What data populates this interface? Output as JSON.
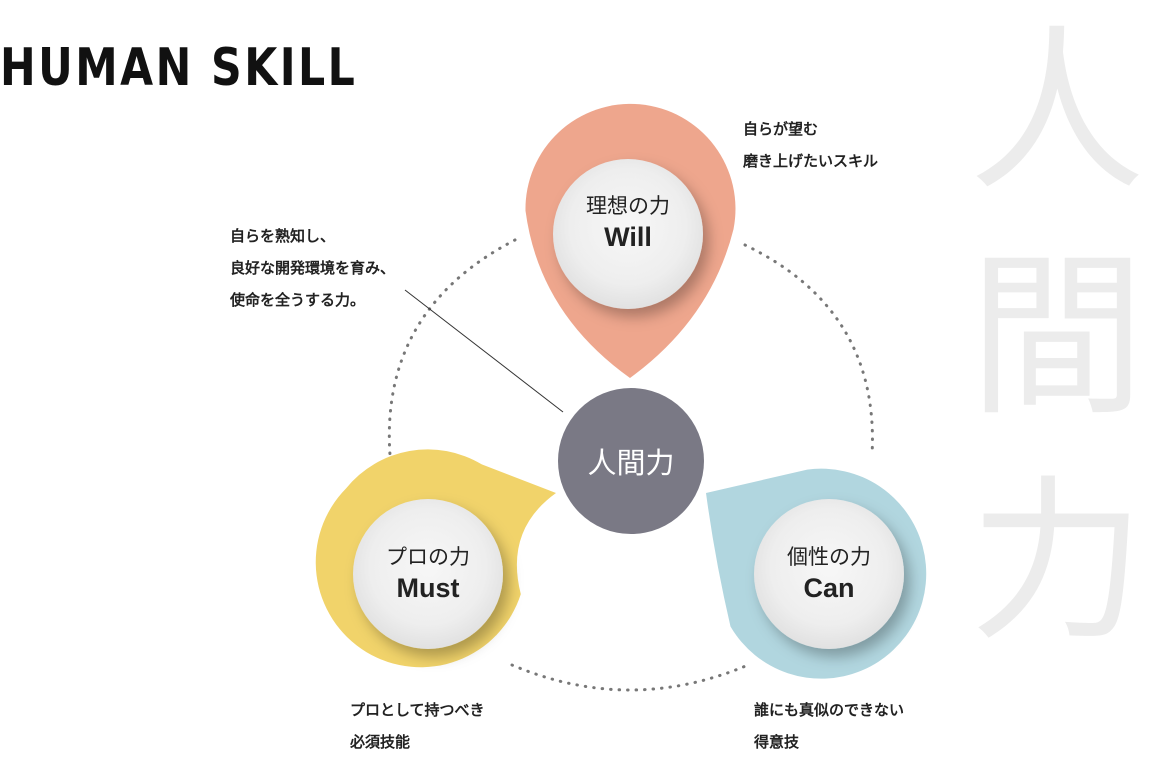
{
  "title": "HUMAN SKILL",
  "watermark": [
    "人",
    "間",
    "力"
  ],
  "center": {
    "label": "人間力",
    "color": "#7a7985"
  },
  "nodes": {
    "will": {
      "ja": "理想の力",
      "en": "Will",
      "color": "#eea68d",
      "note": [
        "自らが望む",
        "磨き上げたいスキル"
      ]
    },
    "must": {
      "ja": "プロの力",
      "en": "Must",
      "color": "#f1d36a",
      "note": [
        "プロとして持つべき",
        "必須技能"
      ]
    },
    "can": {
      "ja": "個性の力",
      "en": "Can",
      "color": "#b1d6df",
      "note": [
        "誰にも真似のできない",
        "得意技"
      ]
    }
  },
  "center_note": [
    "自らを熟知し、",
    "良好な開発環境を育み、",
    "使命を全うする力。"
  ]
}
